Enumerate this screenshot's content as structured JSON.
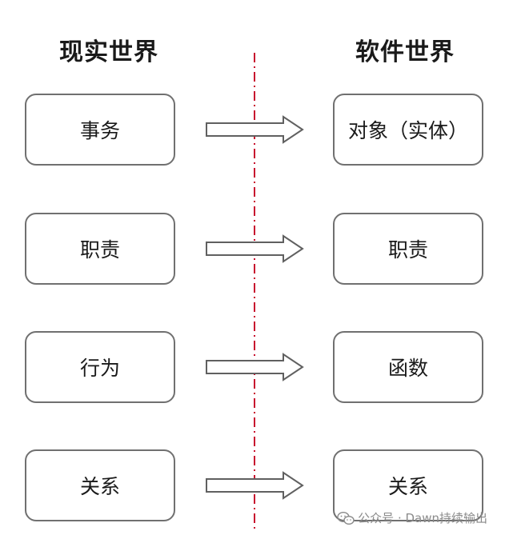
{
  "headings": {
    "left": "现实世界",
    "right": "软件世界"
  },
  "rows": [
    {
      "left": "事务",
      "right": "对象（实体）"
    },
    {
      "left": "职责",
      "right": "职责"
    },
    {
      "left": "行为",
      "right": "函数"
    },
    {
      "left": "关系",
      "right": "关系"
    }
  ],
  "colors": {
    "divider": "#c8102e",
    "box_border": "#707070",
    "arrow_stroke": "#606060",
    "watermark": "#8a8a8a"
  },
  "watermark": {
    "text": "公众号 · Dawn持续输出",
    "icon": "wechat-icon"
  }
}
